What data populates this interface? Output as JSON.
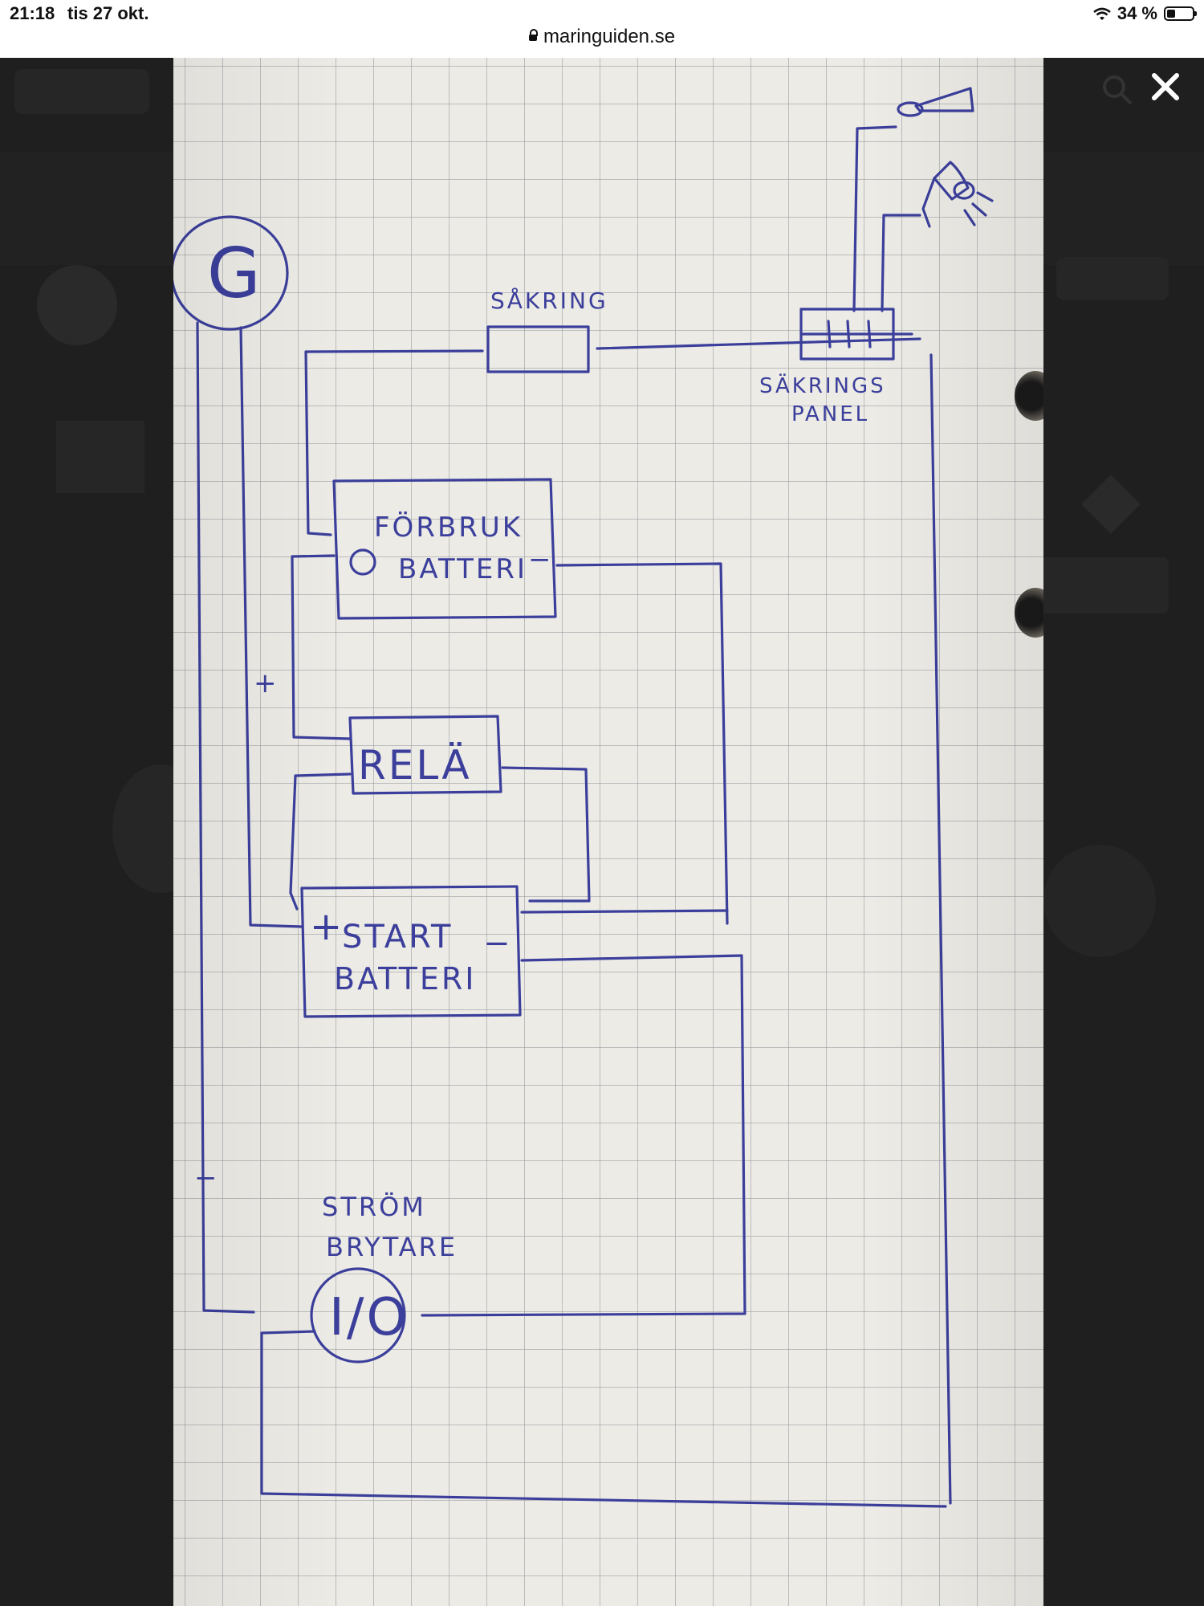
{
  "status_bar": {
    "time": "21:18",
    "date": "tis 27 okt.",
    "battery": "34 %",
    "url": "maringuiden.se"
  },
  "viewer": {
    "close_label": "✕"
  },
  "diagram": {
    "generator_label": "G",
    "fuse_label": "SÅKRING",
    "fuse_panel_label_line1": "SÄKRINGS",
    "fuse_panel_label_line2": "PANEL",
    "consumer_battery_line1": "FÖRBRUK",
    "consumer_battery_line2": "BATTERI",
    "relay_label": "RELÄ",
    "start_battery_line1": "START",
    "start_battery_line2": "BATTERI",
    "switch_label_line1": "STRÖM",
    "switch_label_line2": "BRYTARE",
    "switch_symbol": "I/O",
    "plus": "+",
    "minus": "−"
  },
  "colors": {
    "ink": "#3b3f9b",
    "paper": "#ecebe6"
  }
}
